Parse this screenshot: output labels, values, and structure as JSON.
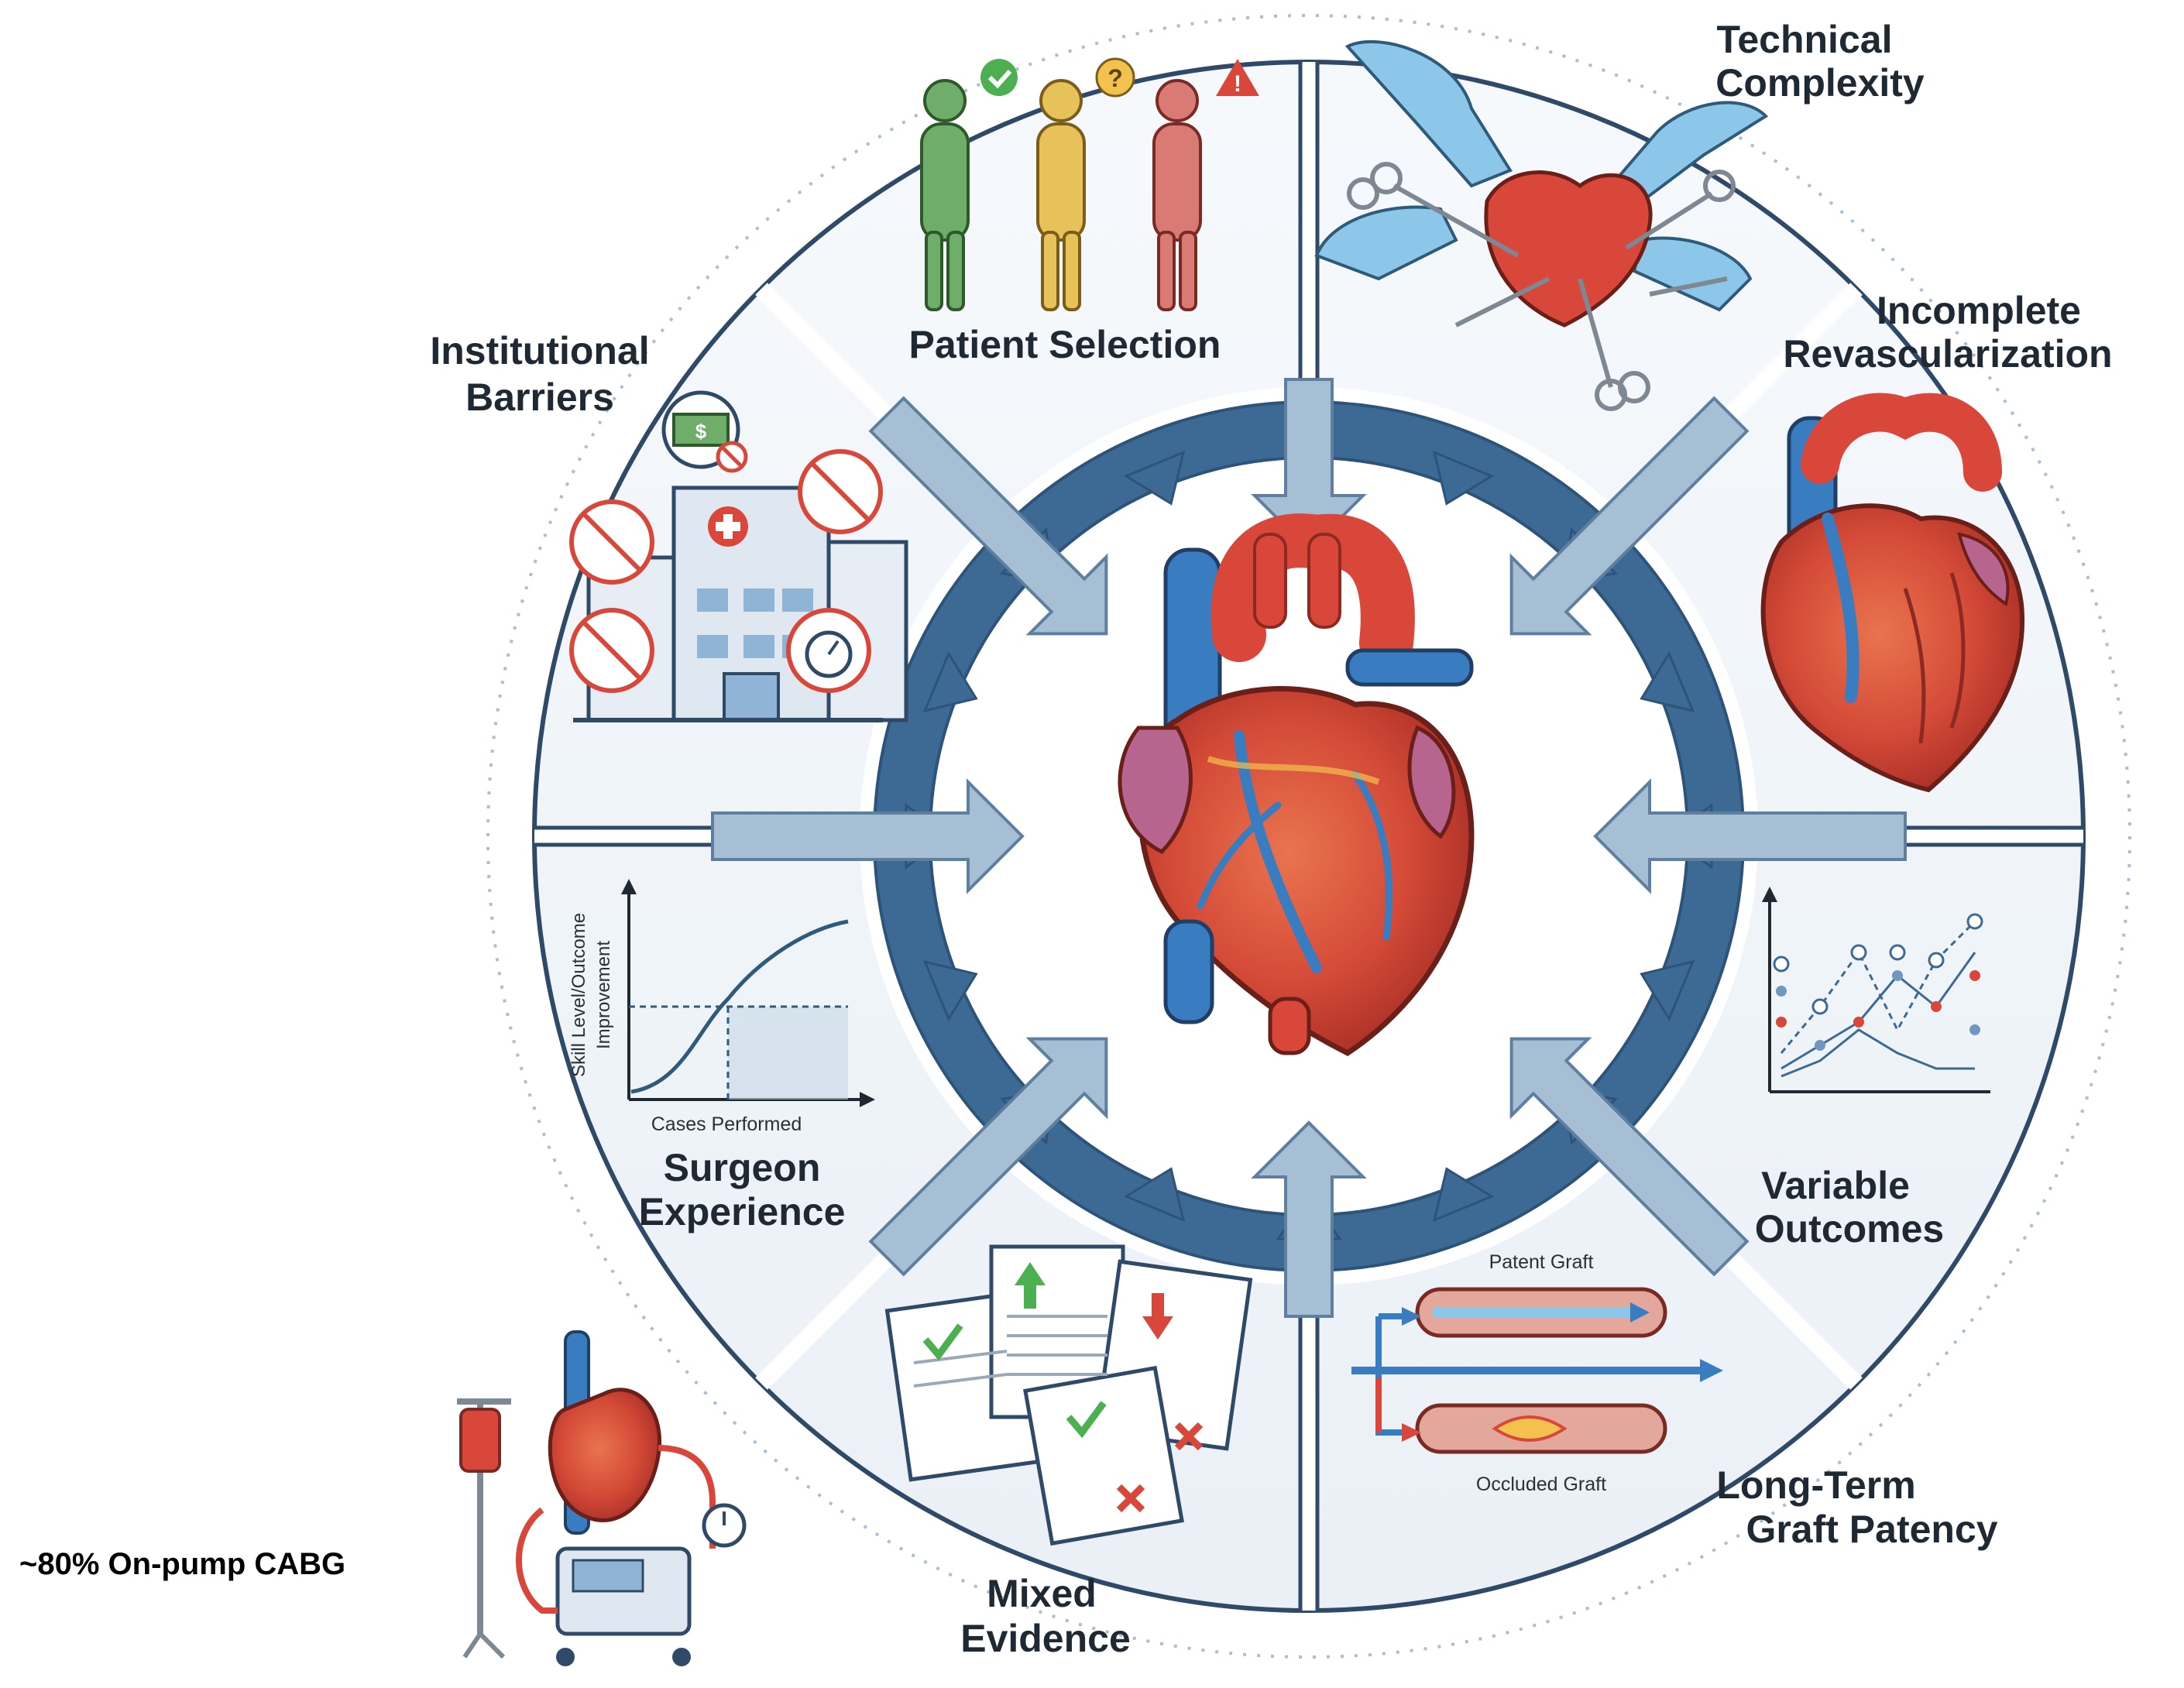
{
  "segments": {
    "patient_selection": "Patient Selection",
    "technical_complexity_line1": "Technical",
    "technical_complexity_line2": "Complexity",
    "incomplete_revasc_line1": "Incomplete",
    "incomplete_revasc_line2": "Revascularization",
    "institutional_line1": "Institutional",
    "institutional_line2": "Barriers",
    "surgeon_line1": "Surgeon",
    "surgeon_line2": "Experience",
    "variable_line1": "Variable",
    "variable_line2": "Outcomes",
    "mixed_line1": "Mixed",
    "mixed_line2": "Evidence",
    "graft_line1": "Long-Term",
    "graft_line2": "Graft Patency"
  },
  "learning_curve": {
    "x_label": "Cases Performed",
    "y_label_line1": "Skill Level/Outcome",
    "y_label_line2": "Improvement"
  },
  "graft_panel": {
    "patent": "Patent Graft",
    "occluded": "Occluded Graft"
  },
  "note": "~80% On-pump CABG",
  "colors": {
    "ring": "#3d6a94",
    "ring_dark": "#2d5478",
    "panel_fill": "#eef3f8",
    "panel_border": "#2f4a68",
    "arrow_fill": "#a7bfd5",
    "heart_red": "#d9473a",
    "vessel_blue": "#3a7cc0"
  },
  "icons": [
    "check-icon",
    "question-icon",
    "warning-icon",
    "no-entry-icon",
    "stopwatch-icon",
    "money-icon",
    "hospital-icon",
    "scissors-icon",
    "document-icon",
    "iv-bag-icon",
    "gauge-icon"
  ]
}
